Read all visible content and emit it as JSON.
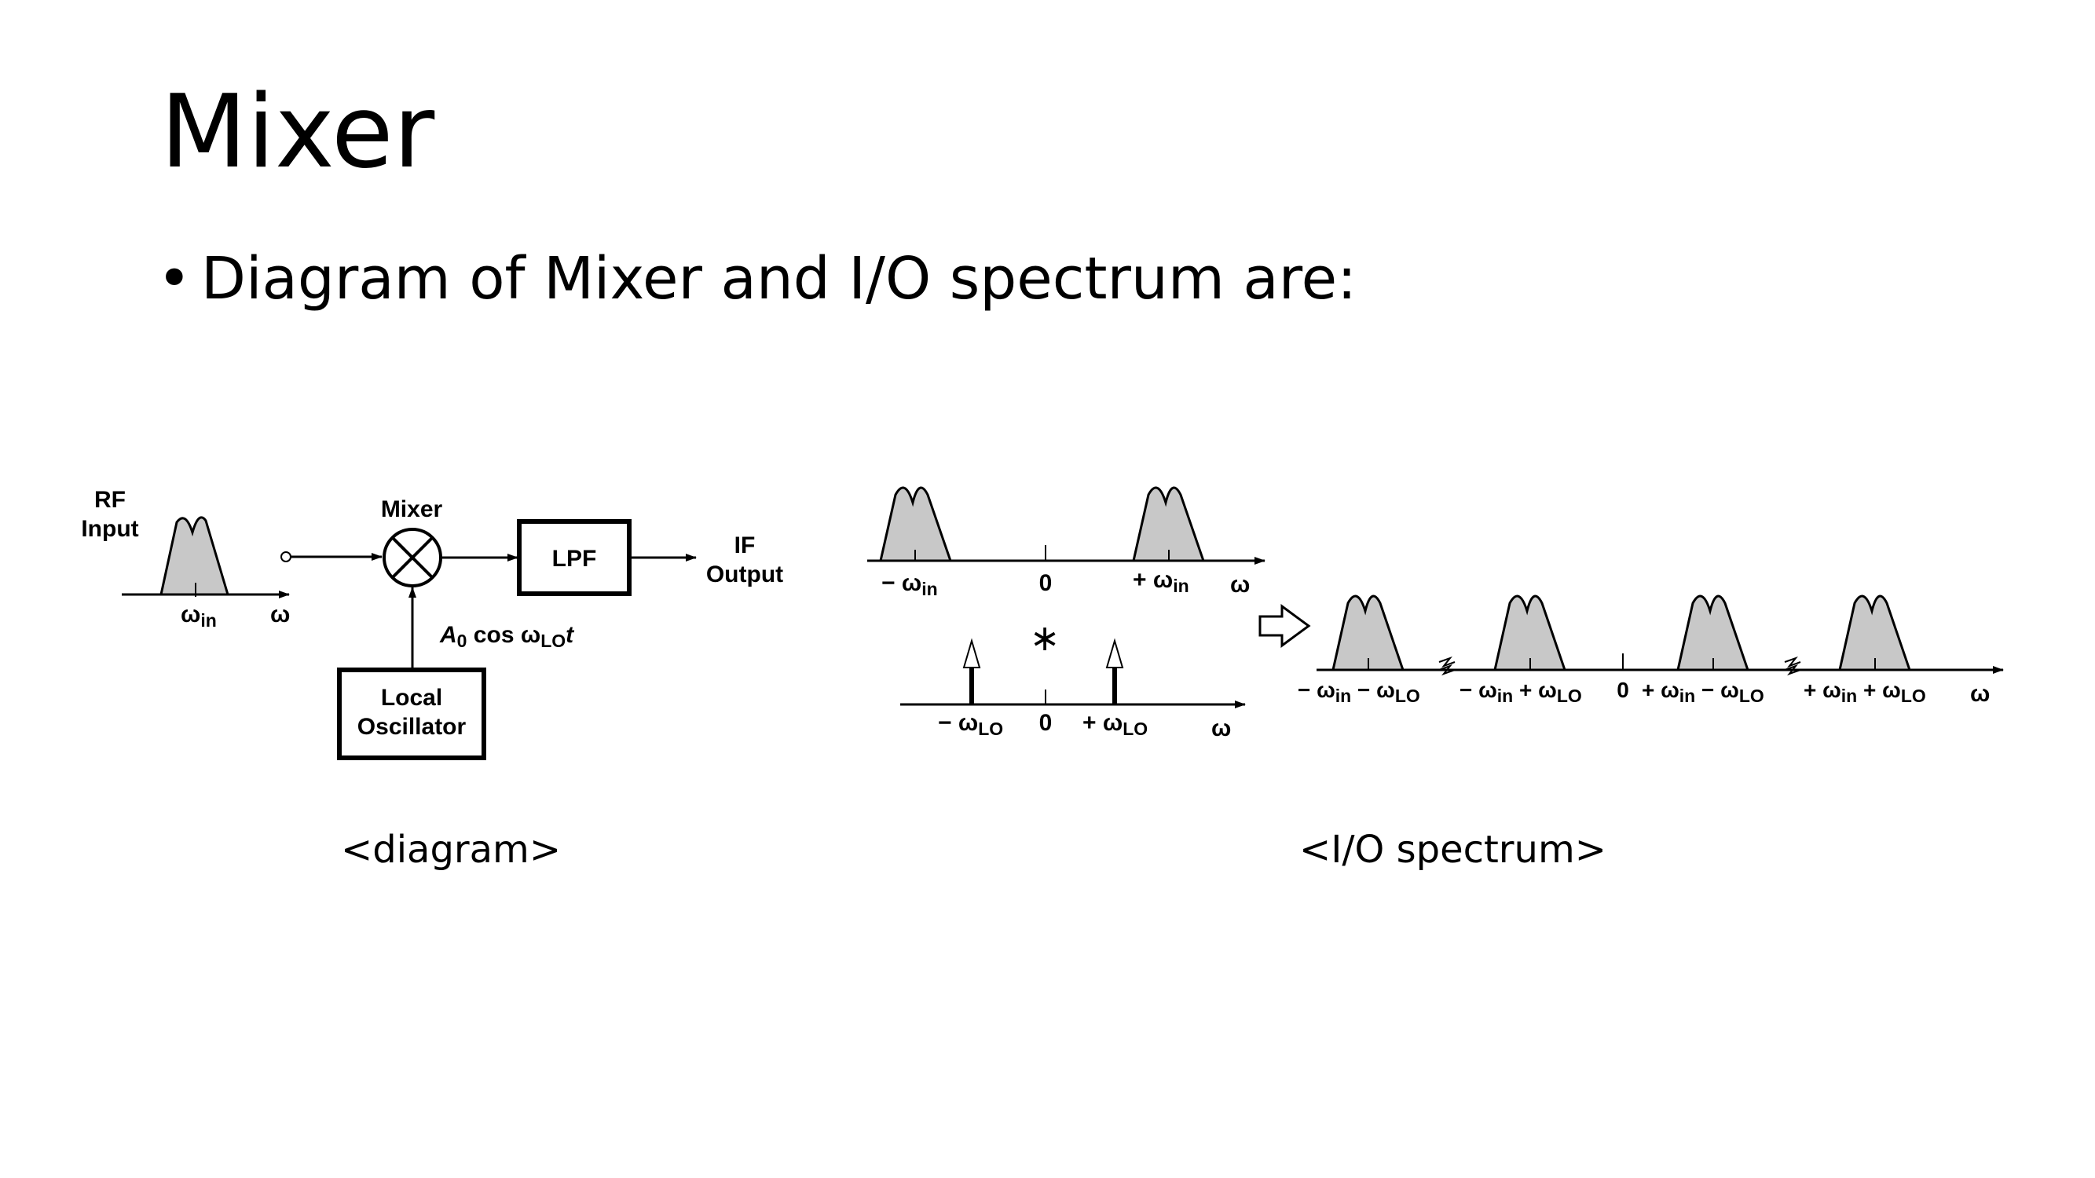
{
  "slide": {
    "title": "Mixer",
    "bullet_marker": "•",
    "bullet_text": "Diagram of Mixer and I/O spectrum are:"
  },
  "diagram": {
    "rf_input_line1": "RF",
    "rf_input_line2": "Input",
    "rf_w": "ω",
    "rf_w_sub": "in",
    "rf_axis": "ω",
    "mixer_label": "Mixer",
    "lpf_label": "LPF",
    "if_line1": "IF",
    "if_line2": "Output",
    "lo_expr_a": "A",
    "lo_expr_sub0": "0",
    "lo_expr_cos": " cos ω",
    "lo_expr_sublo": "LO",
    "lo_expr_t": "t",
    "lo_line1": "Local",
    "lo_line2": "Oscillator"
  },
  "spectrum": {
    "top_neg_w": "− ω",
    "top_neg_sub": "in",
    "top_zero": "0",
    "top_pos_w": "+ ω",
    "top_pos_sub": "in",
    "top_axis": "ω",
    "convolve": "∗",
    "lo_neg_w": "− ω",
    "lo_neg_sub": "LO",
    "lo_zero": "0",
    "lo_pos_w": "+ ω",
    "lo_pos_sub": "LO",
    "lo_axis": "ω",
    "out": [
      {
        "a": "− ω",
        "a_sub": "in",
        "b": " − ω",
        "b_sub": "LO"
      },
      {
        "a": "− ω",
        "a_sub": "in",
        "b": " + ω",
        "b_sub": "LO"
      },
      {
        "a": "+ ω",
        "a_sub": "in",
        "b": " − ω",
        "b_sub": "LO"
      },
      {
        "a": "+ ω",
        "a_sub": "in",
        "b": " + ω",
        "b_sub": "LO"
      }
    ],
    "out_zero": "0",
    "out_axis": "ω"
  },
  "captions": {
    "diagram": "<diagram>",
    "spectrum": "<I/O spectrum>"
  },
  "colors": {
    "band_fill": "#c8c8c8",
    "stroke": "#000000"
  }
}
